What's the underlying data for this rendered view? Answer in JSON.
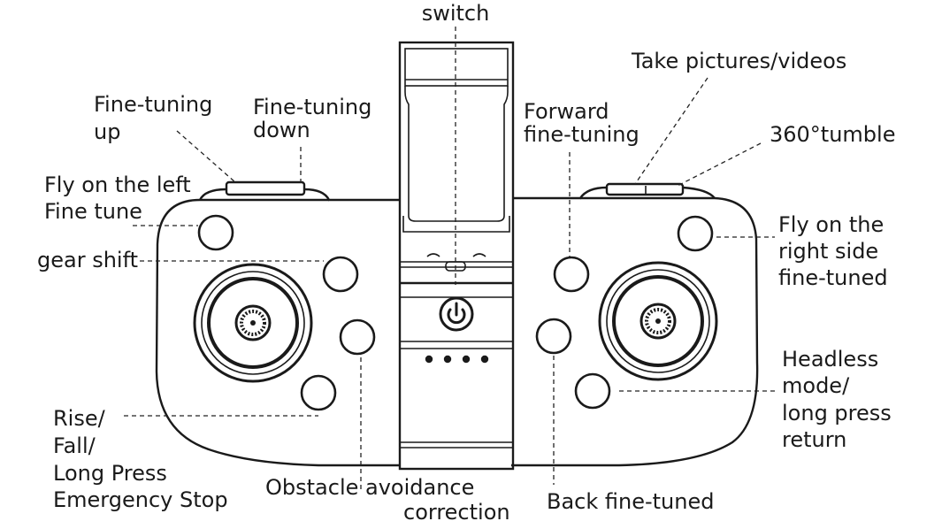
{
  "labels": {
    "switch": "switch",
    "take_pictures": "Take pictures/videos",
    "fine_up_1": "Fine-tuning",
    "fine_up_2": "up",
    "fine_down_1": "Fine-tuning",
    "fine_down_2": "down",
    "forward_1": "Forward",
    "forward_2": "fine-tuning",
    "tumble": "360°tumble",
    "fly_left_1": "Fly on the left",
    "fly_left_2": "Fine tune",
    "fly_right_1": "Fly on the",
    "fly_right_2": "right side",
    "fly_right_3": "fine-tuned",
    "gear_shift": "gear shift",
    "headless_1": "Headless",
    "headless_2": "mode/",
    "headless_3": "long press",
    "headless_4": "return",
    "rise_1": "Rise/",
    "rise_2": "Fall/",
    "rise_3": "Long Press",
    "rise_4": "Emergency Stop",
    "obstacle_1": "Obstacle avoidance",
    "obstacle_2": "correction",
    "back": "Back fine-tuned"
  }
}
